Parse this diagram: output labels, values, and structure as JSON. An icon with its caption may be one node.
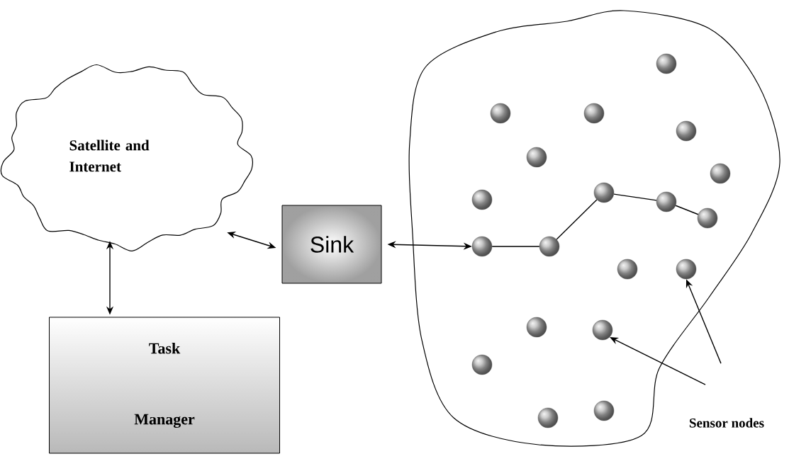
{
  "diagram": {
    "nodes": [
      {
        "text": [
          "Satellite and Internet"
        ]
      },
      {
        "text": [
          "Sink"
        ]
      },
      {
        "text": [
          "Task Manager"
        ]
      },
      {
        "text": [],
        "shape": "blob"
      },
      {
        "text": [],
        "shape": "circle",
        "in": 3
      },
      {
        "text": [],
        "shape": "circle",
        "in": 3
      },
      {
        "text": [],
        "shape": "circle",
        "in": 3
      },
      {
        "text": [],
        "shape": "circle",
        "in": 3
      },
      {
        "text": [],
        "shape": "circle",
        "in": 3
      },
      {
        "text": [],
        "shape": "circle",
        "in": 3
      },
      {
        "text": [],
        "shape": "circle",
        "in": 3
      },
      {
        "text": [],
        "shape": "circle",
        "in": 3
      },
      {
        "text": [],
        "shape": "circle",
        "in": 3
      },
      {
        "text": [],
        "shape": "circle",
        "in": 3
      },
      {
        "text": [],
        "shape": "circle",
        "in": 3
      },
      {
        "text": [],
        "shape": "circle",
        "in": 3
      },
      {
        "text": [],
        "shape": "circle",
        "in": 3
      },
      {
        "text": [],
        "shape": "circle",
        "in": 3
      },
      {
        "text": [],
        "shape": "circle",
        "in": 3
      },
      {
        "text": [],
        "shape": "circle",
        "in": 3
      },
      {
        "text": [],
        "shape": "circle",
        "in": 3
      },
      {
        "text": [],
        "shape": "circle",
        "in": 3
      },
      {
        "text": [],
        "shape": "circle",
        "in": 3
      },
      {
        "text": [
          "Sensor nodes"
        ]
      }
    ],
    "edges": [
      {
        "from": 0,
        "to": 1,
        "arrow": "both"
      },
      {
        "from": 0,
        "to": 2,
        "arrow": "both"
      },
      {
        "from": 1,
        "to": 14,
        "arrow": "both"
      },
      {
        "from": 14,
        "to": 15,
        "arrow": "none"
      },
      {
        "from": 15,
        "to": 10,
        "arrow": "none"
      },
      {
        "from": 10,
        "to": 12,
        "arrow": "none"
      },
      {
        "from": 12,
        "to": 13,
        "arrow": "none"
      },
      {
        "from": 23,
        "to": 19,
        "arrow": "to"
      },
      {
        "from": 23,
        "to": 17,
        "arrow": "to"
      }
    ]
  }
}
